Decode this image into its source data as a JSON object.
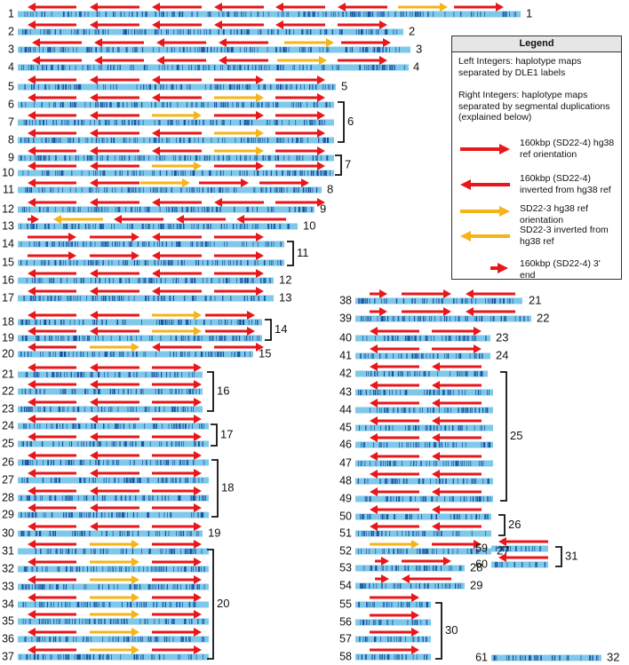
{
  "legend": {
    "title": "Legend",
    "left_integers": "Left Integers: haplotype maps separated by DLE1 labels",
    "right_integers": "Right Integers: haplotype maps separated by segmental duplications (explained below)",
    "items": [
      {
        "label": "160kbp (SD22-4) hg38 ref orientation",
        "color": "#e8171b",
        "dir": "right",
        "style": "long"
      },
      {
        "label": "160kbp (SD22-4) inverted from hg38 ref",
        "color": "#e8171b",
        "dir": "left",
        "style": "long"
      },
      {
        "label": "SD22-3 hg38 ref orientation",
        "color": "#f4b41a",
        "dir": "right",
        "style": "long"
      },
      {
        "label": "SD22-3 inverted from hg38 ref",
        "color": "#f4b41a",
        "dir": "left",
        "style": "long"
      },
      {
        "label": "160kbp (SD22-4) 3' end",
        "color": "#e8171b",
        "dir": "right",
        "style": "short"
      }
    ]
  },
  "colors": {
    "red": "#e8171b",
    "yellow": "#f4b41a",
    "bar": "#7ec8ea",
    "label_tick": "#1a4f9c",
    "bracket": "#111111"
  },
  "left_maps": [
    "1",
    "2",
    "3",
    "4",
    "5",
    "6",
    "7",
    "8",
    "9",
    "10",
    "11",
    "12",
    "13",
    "14",
    "15",
    "16",
    "17",
    "18",
    "19",
    "20",
    "21",
    "22",
    "23",
    "24",
    "25",
    "26",
    "27",
    "28",
    "29",
    "30",
    "31",
    "32",
    "33",
    "34",
    "35",
    "36",
    "37"
  ],
  "right_maps": [
    "38",
    "39",
    "40",
    "41",
    "42",
    "43",
    "44",
    "45",
    "46",
    "47",
    "48",
    "49",
    "50",
    "51",
    "52",
    "53",
    "54",
    "55",
    "56",
    "57",
    "58",
    "59",
    "60",
    "61"
  ],
  "right_integers": [
    "1",
    "2",
    "3",
    "4",
    "5",
    "6",
    "7",
    "8",
    "9",
    "10",
    "11",
    "12",
    "13",
    "14",
    "15",
    "16",
    "17",
    "18",
    "19",
    "20",
    "21",
    "22",
    "23",
    "24",
    "25",
    "26",
    "27",
    "28",
    "29",
    "30",
    "31",
    "32"
  ]
}
